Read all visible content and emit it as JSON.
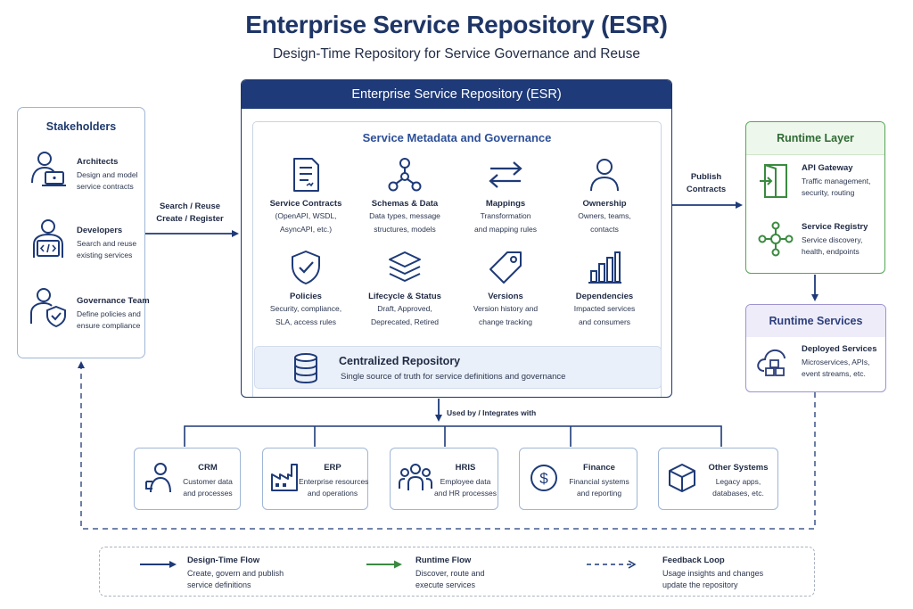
{
  "header": {
    "title": "Enterprise Service Repository (ESR)",
    "subtitle": "Design-Time Repository for Service Governance and Reuse"
  },
  "stakeholders": {
    "title": "Stakeholders",
    "items": [
      {
        "name": "Architects",
        "desc": [
          "Design and model",
          "service contracts"
        ],
        "icon": "architect-laptop-icon"
      },
      {
        "name": "Developers",
        "desc": [
          "Search and reuse",
          "existing services"
        ],
        "icon": "developer-code-icon"
      },
      {
        "name": "Governance Team",
        "desc": [
          "Define policies and",
          "ensure compliance"
        ],
        "icon": "governance-shield-person-icon"
      }
    ]
  },
  "flows": {
    "search_reuse": [
      "Search / Reuse",
      "Create / Register"
    ],
    "publish": [
      "Publish",
      "Contracts"
    ],
    "used_by": "Used by / Integrates with"
  },
  "esr": {
    "title": "Enterprise Service Repository (ESR)",
    "metadata_title": "Service Metadata and Governance",
    "items": [
      {
        "name": "Service Contracts",
        "desc": [
          "(OpenAPI, WSDL,",
          "AsyncAPI, etc.)"
        ],
        "icon": "document-icon"
      },
      {
        "name": "Schemas & Data",
        "desc": [
          "Data types, message",
          "structures, models"
        ],
        "icon": "schema-tree-icon"
      },
      {
        "name": "Mappings",
        "desc": [
          "Transformation",
          "and mapping rules"
        ],
        "icon": "swap-arrows-icon"
      },
      {
        "name": "Ownership",
        "desc": [
          "Owners, teams,",
          "contacts"
        ],
        "icon": "person-icon"
      },
      {
        "name": "Policies",
        "desc": [
          "Security, compliance,",
          "SLA, access rules"
        ],
        "icon": "shield-check-icon"
      },
      {
        "name": "Lifecycle & Status",
        "desc": [
          "Draft, Approved,",
          "Deprecated, Retired"
        ],
        "icon": "layers-icon"
      },
      {
        "name": "Versions",
        "desc": [
          "Version history and",
          "change tracking"
        ],
        "icon": "tag-icon"
      },
      {
        "name": "Dependencies",
        "desc": [
          "Impacted services",
          "and consumers"
        ],
        "icon": "bar-chart-icon"
      }
    ],
    "repository": {
      "title": "Centralized Repository",
      "desc": "Single source of truth for service definitions and governance",
      "icon": "database-icon"
    }
  },
  "runtime_layer": {
    "title": "Runtime Layer",
    "items": [
      {
        "name": "API Gateway",
        "desc": [
          "Traffic management,",
          "security, routing"
        ],
        "icon": "gateway-door-icon"
      },
      {
        "name": "Service Registry",
        "desc": [
          "Service discovery,",
          "health, endpoints"
        ],
        "icon": "registry-network-icon"
      }
    ]
  },
  "runtime_services": {
    "title": "Runtime Services",
    "item": {
      "name": "Deployed Services",
      "desc": [
        "Microservices, APIs,",
        "event streams, etc."
      ],
      "icon": "cloud-cubes-icon"
    }
  },
  "systems": [
    {
      "name": "CRM",
      "desc": [
        "Customer data",
        "and processes"
      ],
      "icon": "crm-people-icon"
    },
    {
      "name": "ERP",
      "desc": [
        "Enterprise resources",
        "and operations"
      ],
      "icon": "factory-icon"
    },
    {
      "name": "HRIS",
      "desc": [
        "Employee data",
        "and HR processes"
      ],
      "icon": "team-icon"
    },
    {
      "name": "Finance",
      "desc": [
        "Financial systems",
        "and reporting"
      ],
      "icon": "dollar-icon"
    },
    {
      "name": "Other Systems",
      "desc": [
        "Legacy apps,",
        "databases, etc."
      ],
      "icon": "cube-icon"
    }
  ],
  "legend": [
    {
      "name": "Design-Time Flow",
      "desc": [
        "Create, govern and publish",
        "service definitions"
      ],
      "color": "#1e3a78",
      "style": "solid"
    },
    {
      "name": "Runtime Flow",
      "desc": [
        "Discover, route and",
        "execute services"
      ],
      "color": "#3a8a3f",
      "style": "solid"
    },
    {
      "name": "Feedback Loop",
      "desc": [
        "Usage insights and changes",
        "update the repository"
      ],
      "color": "#1e3a78",
      "style": "dashed"
    }
  ],
  "colors": {
    "navy": "#1e3566",
    "header_blue": "#1f3a78",
    "accent_blue": "#2c4f98",
    "runtime_green": "#54a554",
    "runtime_purple": "#9c93cf"
  }
}
